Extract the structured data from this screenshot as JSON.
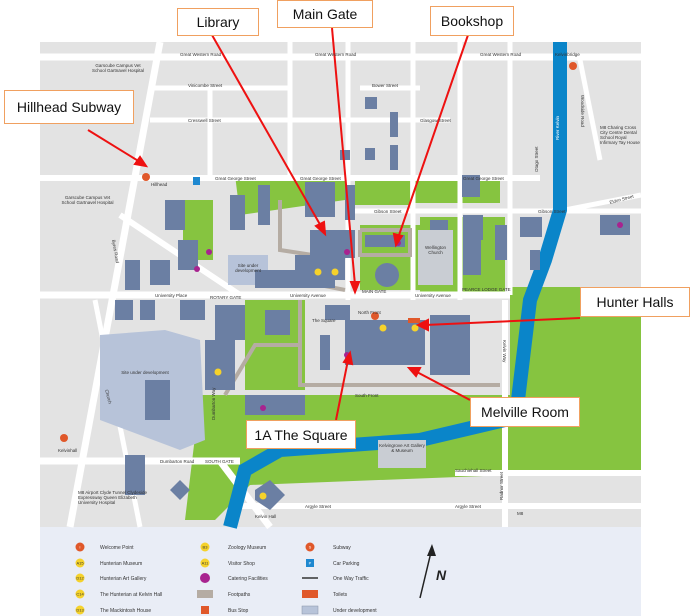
{
  "callouts": {
    "library": "Library",
    "main_gate": "Main Gate",
    "bookshop": "Bookshop",
    "hillhead_subway": "Hillhead Subway",
    "hunter_halls": "Hunter Halls",
    "melville_room": "Melville Room",
    "square": "1A The Square"
  },
  "streets": {
    "great_western_1": "Great Western Road",
    "great_western_2": "Great Western Road",
    "great_western_3": "Great Western Road",
    "kelvinbridge": "Kelvinbridge",
    "vinicombe": "Vinicombe Street",
    "bower": "Bower Street",
    "cresswell": "Cresswell Street",
    "glasgow": "Glasgow Street",
    "great_george_1": "Great George Street",
    "great_george_2": "Great George Street",
    "great_george_3": "Great George Street",
    "gibson_1": "Gibson Street",
    "gibson_2": "Gibson Street",
    "university_avenue_1": "University Avenue",
    "university_avenue_2": "University Avenue",
    "university_place": "University Place",
    "south_front": "South Front",
    "north_front": "North Front",
    "dumbarton": "Dumbarton Road",
    "sauchiehall": "Sauchiehall Street",
    "argyle_1": "Argyle Street",
    "argyle_2": "Argyle Street",
    "byres": "Byres Road",
    "church": "Church",
    "kelvin_way": "Kelvin Way",
    "river_kelvin": "River Kelvin",
    "the_square": "The Square",
    "main_gate": "MAIN GATE",
    "south_gate": "SOUTH GATE",
    "pearce_lodge": "PEARCE LODGE GATE",
    "rotary_gate": "ROTARY GATE",
    "eldon": "Eldon Street",
    "otago": "Otago Street",
    "woodside": "Woodside Road",
    "radnor": "Radnor Street",
    "dumbarton_way": "Dumbarton Way"
  },
  "places": {
    "hillhead": "Hillhead",
    "kelvinhall": "Kelvinhall",
    "garscube_top": "Garscube Campus Vet School Gartnavel Hospital",
    "garscube_mid": "Garscube Campus Vet School Gartnavel Hospital",
    "m8_top": "M8 Charing Cross City Centre Dental School Royal Infirmary Tay House",
    "m8_bottom": "M8 Airport Clyde Tunnel Clydeside Expressway Queen Elizabeth University Hospital",
    "m8_right": "M8",
    "site_dev_1": "Site under development",
    "site_dev_2": "Site under development",
    "wellington": "Wellington Church",
    "art_gallery": "Kelvingrove Art Gallery & Museum",
    "kelvin_hall": "Kelvin Hall"
  },
  "legend": [
    {
      "code": "i",
      "label": "Welcome Point",
      "icon": "info-icon",
      "color": "#e0582a"
    },
    {
      "code": "A15",
      "label": "Hunterian Museum",
      "icon": "yellow-badge",
      "color": "#f5d22b"
    },
    {
      "code": "D12",
      "label": "Hunterian Art Gallery",
      "icon": "yellow-badge",
      "color": "#f5d22b"
    },
    {
      "code": "C14",
      "label": "The Hunterian at Kelvin Hall",
      "icon": "yellow-badge",
      "color": "#f5d22b"
    },
    {
      "code": "D13",
      "label": "The Mackintosh House",
      "icon": "yellow-badge",
      "color": "#f5d22b"
    },
    {
      "code": "B3",
      "label": "Zoology Museum",
      "icon": "yellow-badge",
      "color": "#f5d22b"
    },
    {
      "code": "A11",
      "label": "Visitor Shop",
      "icon": "yellow-badge",
      "color": "#f5d22b"
    },
    {
      "code": "",
      "label": "Catering Facilities",
      "icon": "catering-dot",
      "color": "#a8238f"
    },
    {
      "code": "",
      "label": "Footpaths",
      "icon": "footpath-swatch",
      "color": "#b5aca3"
    },
    {
      "code": "",
      "label": "Bus Stop",
      "icon": "bus-stop-icon",
      "color": "#e0582a"
    },
    {
      "code": "S",
      "label": "Subway",
      "icon": "subway-icon",
      "color": "#e0582a"
    },
    {
      "code": "P",
      "label": "Car Parking",
      "icon": "parking-icon",
      "color": "#1e88d0"
    },
    {
      "code": "",
      "label": "One Way Traffic",
      "icon": "arrow-icon",
      "color": "#333333"
    },
    {
      "code": "",
      "label": "Toilets",
      "icon": "toilets-icon",
      "color": "#e0582a"
    },
    {
      "code": "",
      "label": "Under development",
      "icon": "development-swatch",
      "color": "#b7c3d9"
    }
  ],
  "north": "N",
  "colors": {
    "road": "#ffffff",
    "block": "#e3e3e3",
    "green": "#86c440",
    "river": "#0a85c9",
    "building": "#6b7fa3",
    "callout_arrow": "#ee1111"
  }
}
